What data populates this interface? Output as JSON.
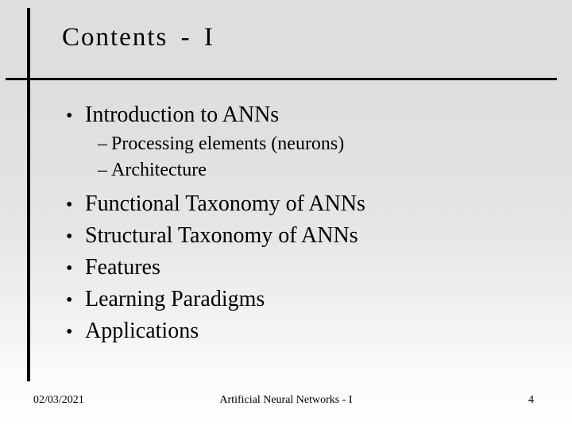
{
  "slide": {
    "title": "Contents - I",
    "markers": {
      "level1": "•",
      "level2": "–"
    },
    "bullets": [
      {
        "level": 1,
        "text": "Introduction to ANNs"
      },
      {
        "level": 2,
        "text": "Processing elements (neurons)"
      },
      {
        "level": 2,
        "text": "Architecture"
      },
      {
        "level": 1,
        "text": "Functional Taxonomy of ANNs"
      },
      {
        "level": 1,
        "text": "Structural Taxonomy of ANNs"
      },
      {
        "level": 1,
        "text": "Features"
      },
      {
        "level": 1,
        "text": "Learning Paradigms"
      },
      {
        "level": 1,
        "text": "Applications"
      }
    ],
    "footer": {
      "date": "02/03/2021",
      "title": "Artificial Neural Networks - I",
      "page_number": "4"
    },
    "colors": {
      "background_top": "#dedede",
      "background_bottom": "#ffffff",
      "rule": "#000000",
      "text": "#000000"
    }
  }
}
